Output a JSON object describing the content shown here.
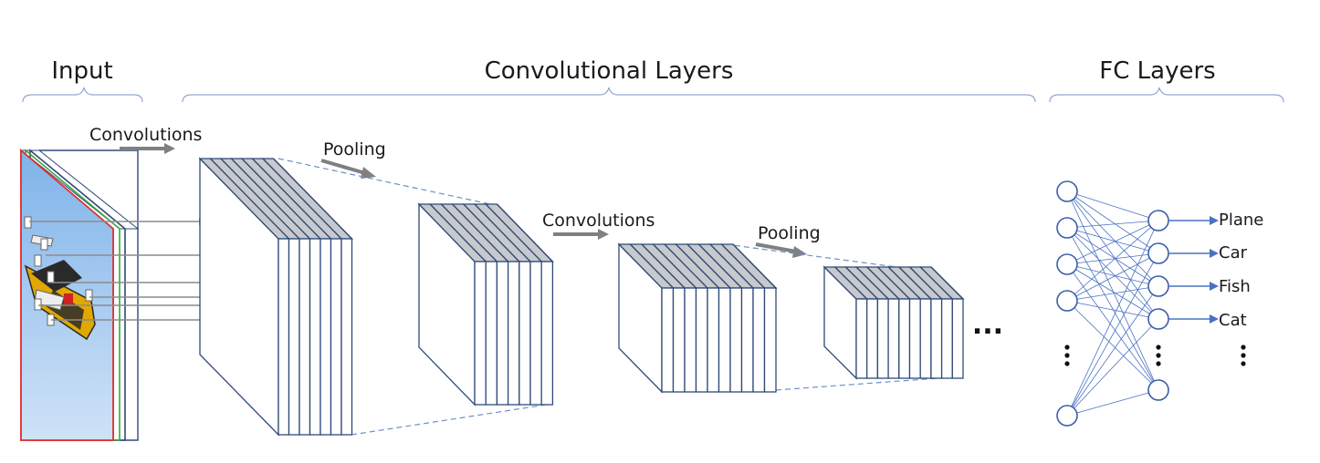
{
  "sections": {
    "input": "Input",
    "conv": "Convolutional Layers",
    "fc": "FC Layers"
  },
  "steps": {
    "conv1": "Convolutions",
    "pool1": "Pooling",
    "conv2": "Convolutions",
    "pool2": "Pooling"
  },
  "continuation": "...",
  "outputs": [
    "Plane",
    "Car",
    "Fish",
    "Cat"
  ],
  "colors": {
    "channel_red": "#e03030",
    "channel_green": "#3aa83a",
    "channel_blue": "#2f4a7a",
    "feature_top": "#c7c9cc",
    "network": "#4a72c4",
    "brace": "#8fa9cc",
    "arrow": "#808080"
  }
}
